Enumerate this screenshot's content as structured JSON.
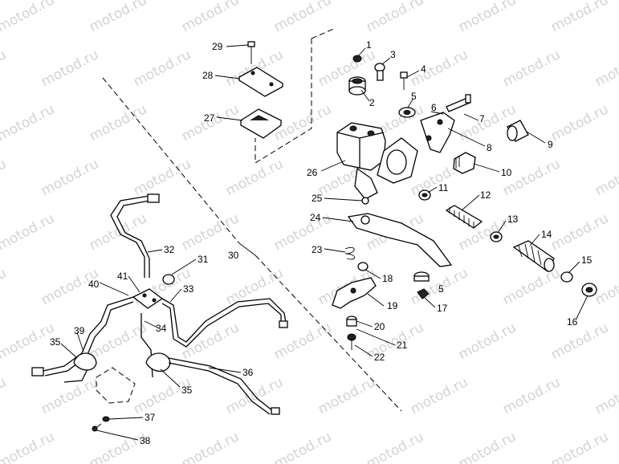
{
  "watermark": "motod.ru",
  "callouts": [
    "1",
    "2",
    "3",
    "4",
    "5",
    "6",
    "7",
    "8",
    "9",
    "10",
    "11",
    "12",
    "13",
    "14",
    "15",
    "16",
    "17",
    "18",
    "19",
    "20",
    "21",
    "22",
    "23",
    "24",
    "25",
    "26",
    "27",
    "28",
    "29",
    "30",
    "31",
    "32",
    "33",
    "34",
    "35",
    "36",
    "37",
    "38",
    "39",
    "40",
    "41"
  ]
}
